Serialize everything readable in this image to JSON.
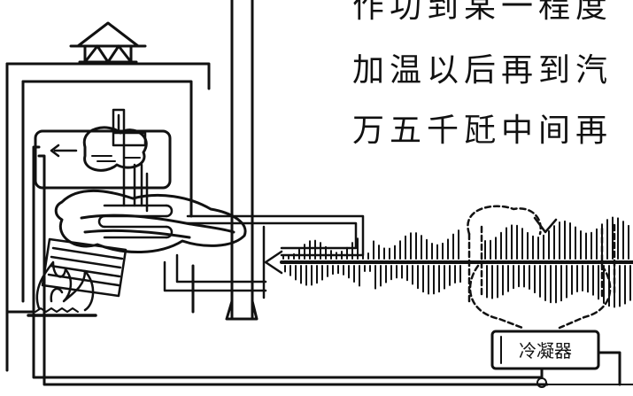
{
  "text_lines": [
    "作功到某一程度",
    "加温以后再到汽",
    "万五千瓩中间再"
  ],
  "condenser_label": "冷凝器",
  "colors": {
    "ink": "#111111",
    "paper": "#ffffff"
  }
}
